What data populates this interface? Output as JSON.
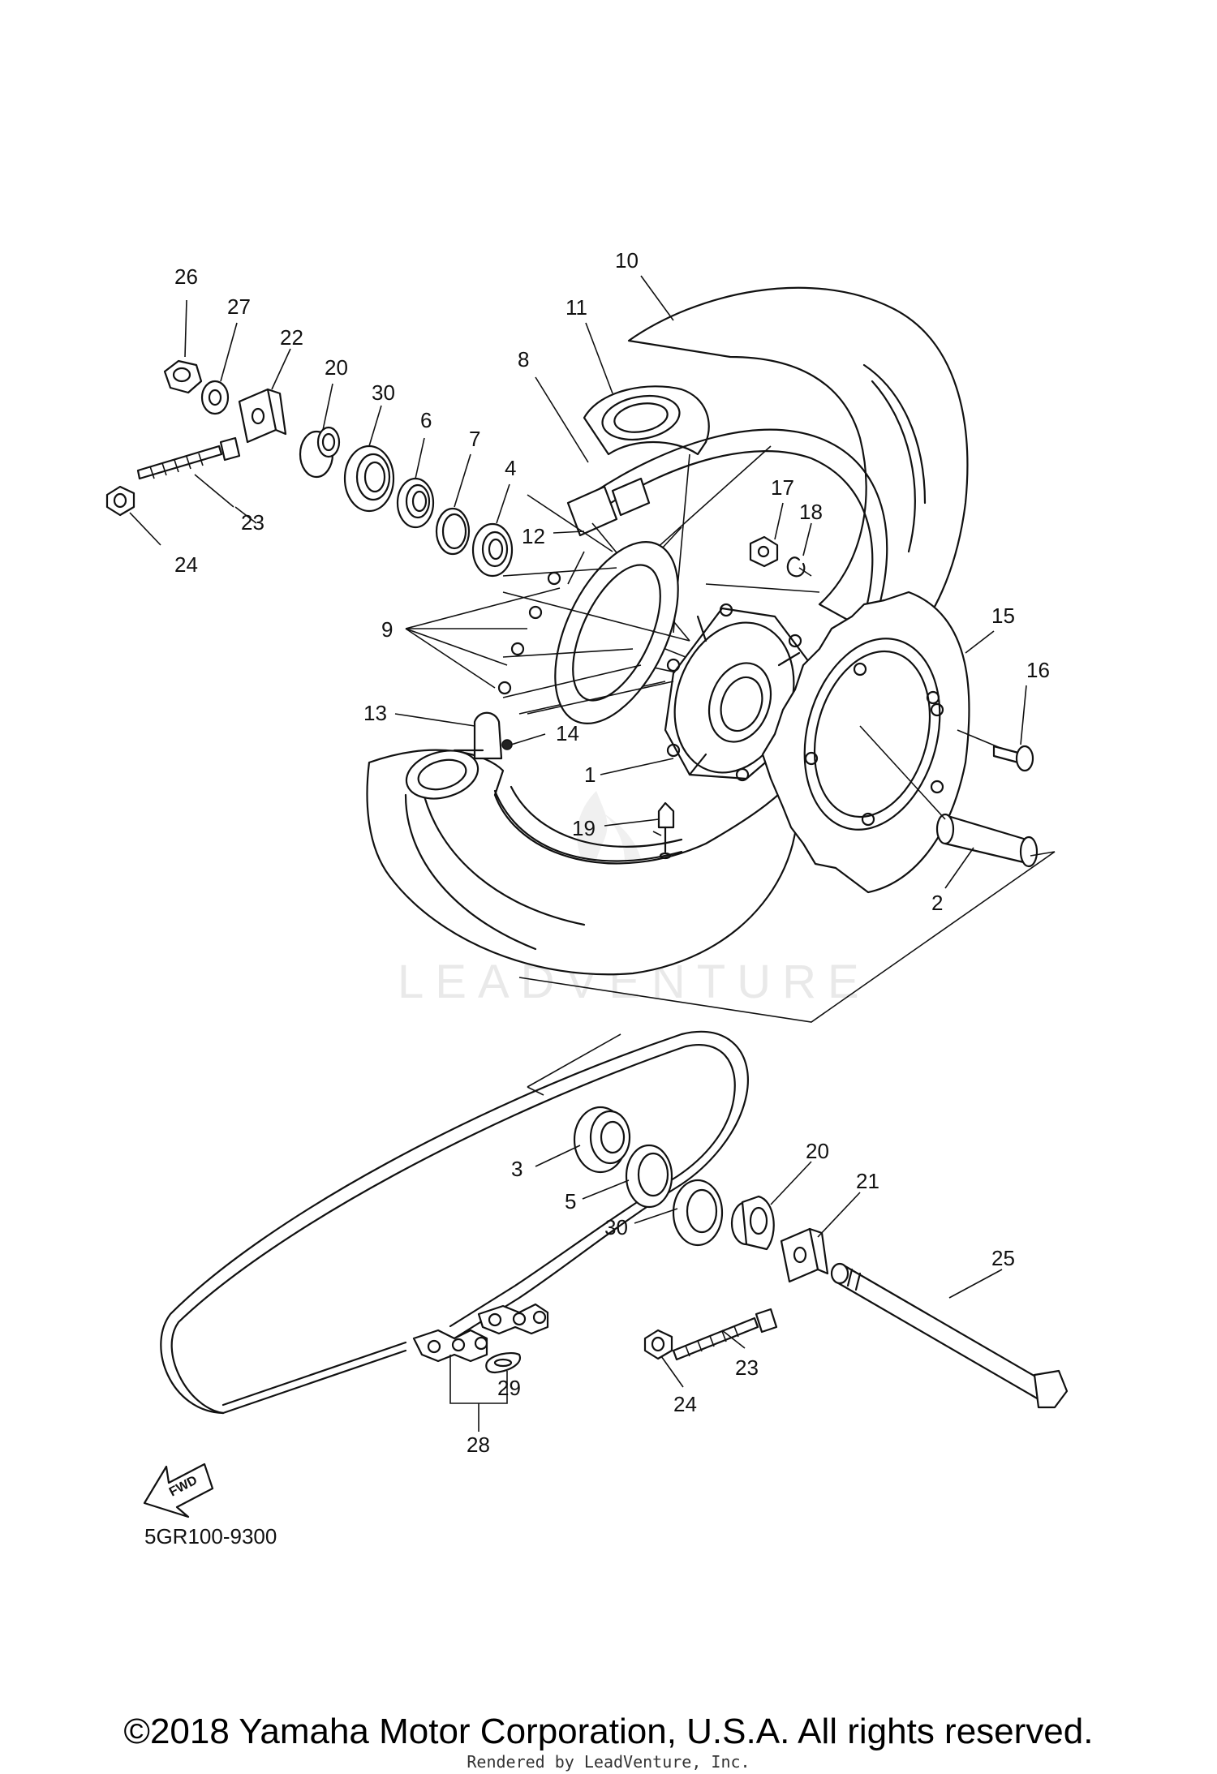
{
  "diagram": {
    "watermark": "LEADVENTURE",
    "figure_code": "5GR100-9300",
    "fwd_label": "FWD",
    "callouts": [
      "26",
      "27",
      "22",
      "20",
      "30",
      "6",
      "7",
      "4",
      "10",
      "11",
      "8",
      "12",
      "17",
      "18",
      "9",
      "15",
      "16",
      "13",
      "14",
      "1",
      "19",
      "2",
      "23",
      "24",
      "3",
      "5",
      "30",
      "20",
      "21",
      "25",
      "23",
      "24",
      "29",
      "28"
    ]
  },
  "footer": {
    "copyright": "©2018 Yamaha Motor Corporation, U.S.A. All rights reserved.",
    "rendered_by": "Rendered by LeadVenture, Inc."
  }
}
